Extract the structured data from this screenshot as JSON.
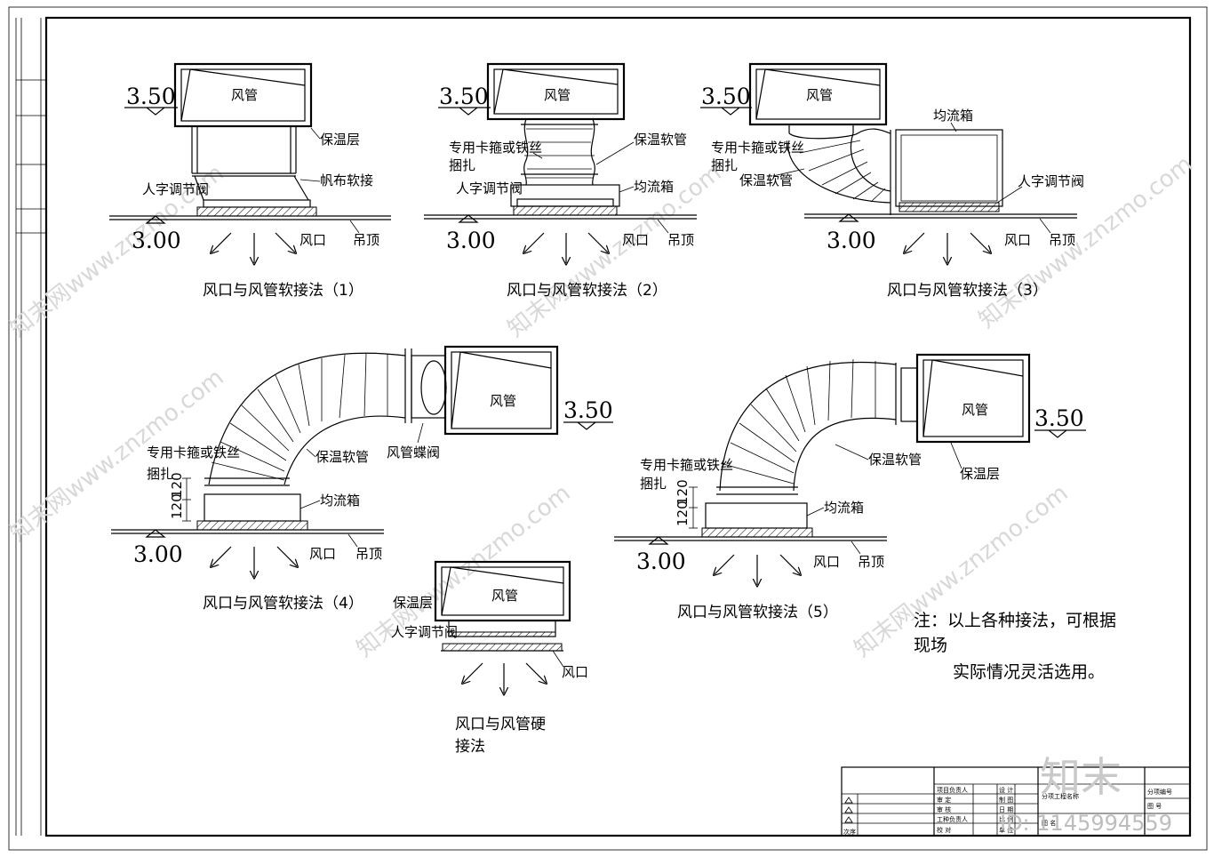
{
  "labels": {
    "duct": "风管",
    "insulation": "保温层",
    "canvas_joint": "帆布软接",
    "double_deflection_damper": "人字调节阀",
    "air_outlet": "风口",
    "ceiling": "吊顶",
    "clamp_line1": "专用卡箍或铁丝",
    "clamp_line2": "捆扎",
    "insulated_hose": "保温软管",
    "plenum_box": "均流箱",
    "butterfly_valve": "风管蝶阀",
    "dim_120": "120"
  },
  "elevations": {
    "top": "3.50",
    "bottom": "3.00"
  },
  "captions": {
    "c1": "风口与风管软接法（1）",
    "c2": "风口与风管软接法（2）",
    "c3": "风口与风管软接法（3）",
    "c4": "风口与风管软接法（4）",
    "c5": "风口与风管软接法（5）",
    "c6_line1": "风口与风管硬",
    "c6_line2": "接法"
  },
  "note": {
    "line1": "注：以上各种接法，可根据",
    "line2": "现场",
    "line3": "实际情况灵活选用。"
  },
  "title_block": {
    "project_leader": "项目负责人",
    "review": "审 定",
    "audit": "审 核",
    "trade_leader": "工种负责人",
    "check": "校 对",
    "design": "设 计",
    "draw": "制 图",
    "date": "日 期",
    "scale": "比 例",
    "unit": "单 位",
    "sub_project_name": "分项工程名称",
    "sub_project_no": "分项编号",
    "drawing_no": "图 号",
    "sheet_name": "图 名",
    "order": "次序"
  },
  "watermark": {
    "site": "知末网www.znzmo.com",
    "brand": "知末",
    "id": "ID: 1145994559"
  }
}
